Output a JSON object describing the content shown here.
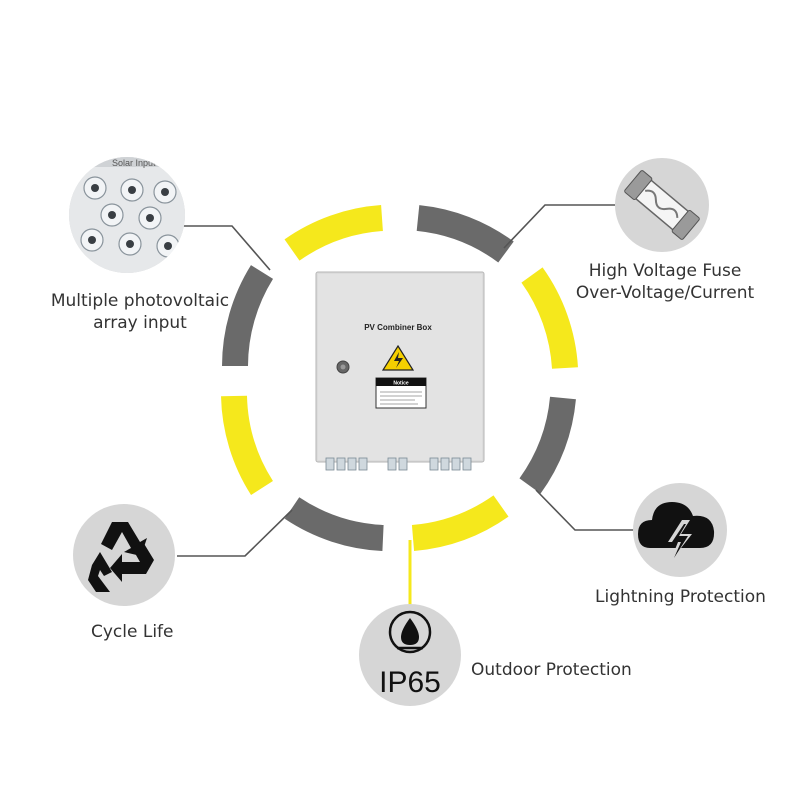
{
  "product": {
    "box_title": "PV Combiner Box",
    "notice_label": "Notice"
  },
  "features": {
    "pv_input": {
      "label_line1": "Multiple photovoltaic",
      "label_line2": "array input",
      "photo_caption": "Solar Input",
      "icon": "cable-glands-photo"
    },
    "fuse": {
      "label_line1": "High Voltage Fuse",
      "label_line2": "Over-Voltage/Current",
      "icon": "fuse-icon"
    },
    "lightning": {
      "label": "Lightning Protection",
      "icon": "cloud-lightning-icon"
    },
    "cycle": {
      "label": "Cycle Life",
      "icon": "recycle-icon"
    },
    "outdoor": {
      "label": "Outdoor Protection",
      "badge": "IP65",
      "icon": "water-drop-icon"
    }
  },
  "colors": {
    "ring_yellow": "#f5e81c",
    "ring_gray": "#6a6a6a",
    "icon_circle": "#d6d6d6",
    "connector": "#555555"
  }
}
